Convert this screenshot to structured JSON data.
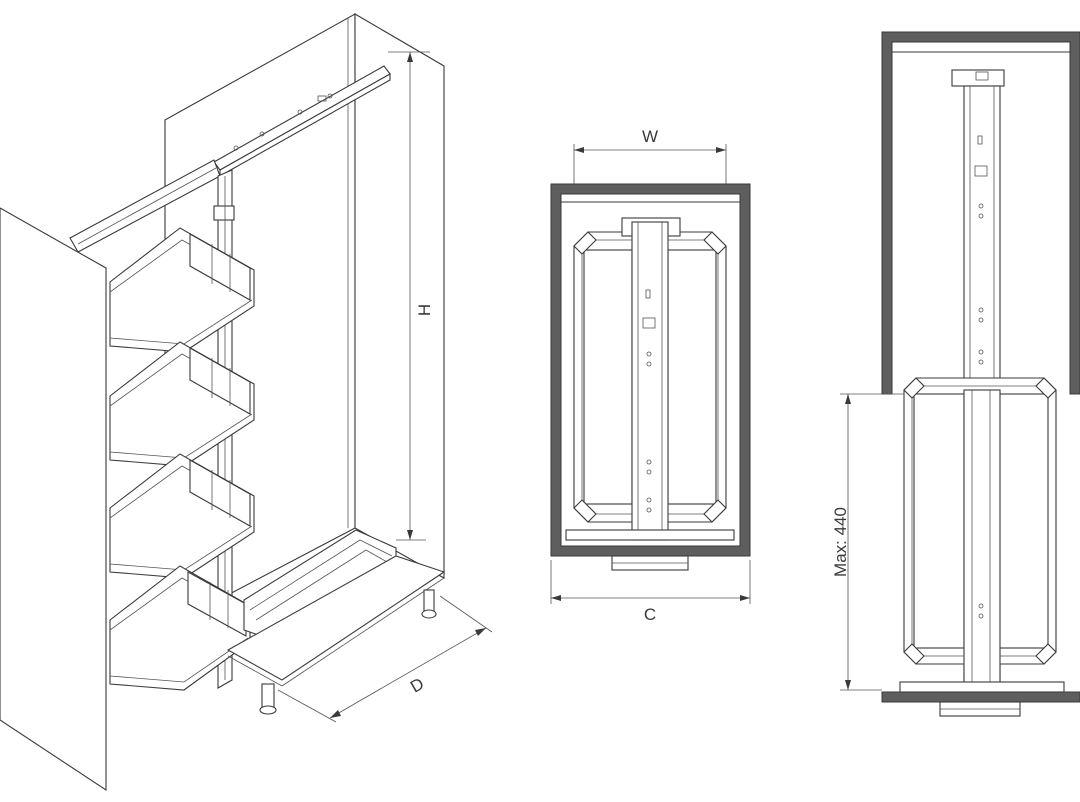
{
  "labels": {
    "height": "H",
    "depth": "D",
    "width": "W",
    "cabinet_width": "C",
    "max_extension": "Max: 440"
  },
  "colors": {
    "line": "#3a3a3a",
    "wall": "#5e5e5e",
    "background": "#ffffff"
  }
}
